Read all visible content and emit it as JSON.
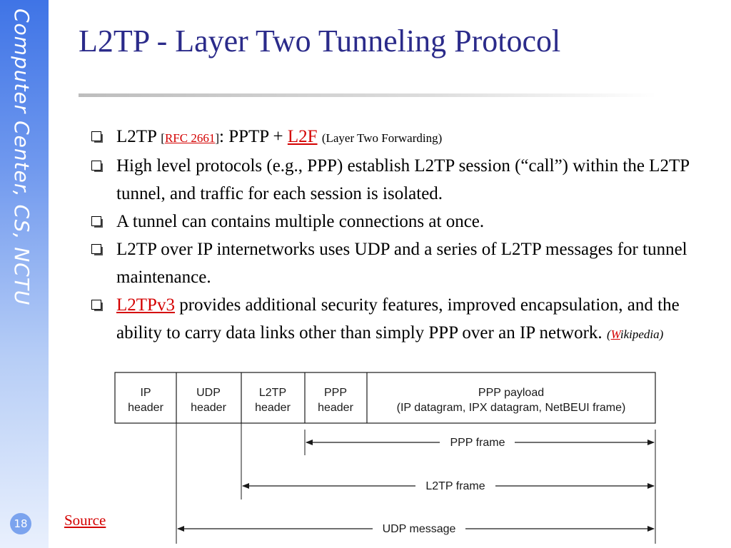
{
  "sidebar": {
    "vertical_text": "Computer Center, CS, NCTU",
    "page_number": "18"
  },
  "title": "L2TP - Layer Two Tunneling Protocol",
  "bullets": {
    "b1": {
      "l2tp": "L2TP",
      "rfc_open": "[",
      "rfc_link": "RFC 2661",
      "rfc_close": "]",
      "mid": ": PPTP + ",
      "l2f_link": "L2F",
      "paren": "(Layer Two Forwarding)"
    },
    "b2": {
      "text": "High level protocols (e.g., PPP) establish L2TP session (“call”) within the L2TP tunnel, and traffic for each session is isolated."
    },
    "b3": {
      "text": "A tunnel can contains multiple connections at once."
    },
    "b4": {
      "text": "L2TP over IP internetworks uses UDP and a series of L2TP messages for tunnel maintenance."
    },
    "b5": {
      "link": "L2TPv3",
      "text": " provides additional security features, improved encapsulation, and the ability to carry data links other than simply PPP over an IP network. ",
      "caption_open": "(",
      "caption_w": "W",
      "caption_rest": "ikipedia)"
    }
  },
  "diagram": {
    "fields": [
      {
        "line1": "IP",
        "line2": "header"
      },
      {
        "line1": "UDP",
        "line2": "header"
      },
      {
        "line1": "L2TP",
        "line2": "header"
      },
      {
        "line1": "PPP",
        "line2": "header"
      },
      {
        "line1": "PPP payload",
        "line2": "(IP datagram, IPX datagram, NetBEUI frame)"
      }
    ],
    "spans": [
      "PPP frame",
      "L2TP frame",
      "UDP message"
    ]
  },
  "source_link": "Source"
}
